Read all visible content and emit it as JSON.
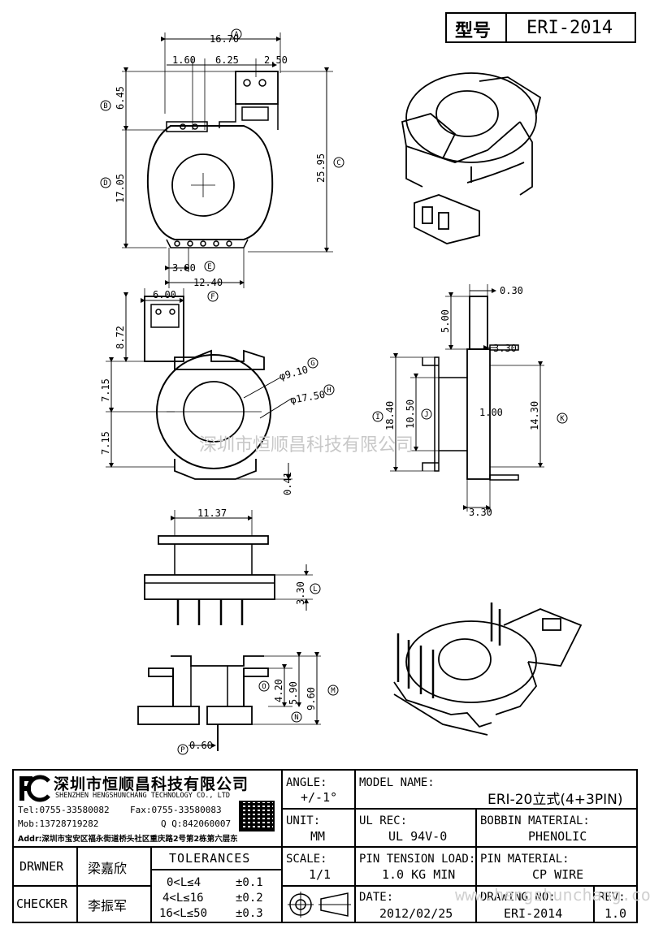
{
  "header": {
    "model_label": "型号",
    "model_value": "ERI-2014"
  },
  "watermark": "深圳市恒顺昌科技有限公司",
  "watermark_url": "www.hengshunchang.com",
  "dimensions": {
    "top_view": {
      "overall_width": "16.70",
      "offset_a": "1.60",
      "pin_pitch_a": "6.25",
      "offset_b": "2.50",
      "top_section": "6.45",
      "body_height": "17.05",
      "total_height": "25.95",
      "pin_pitch_b": "3.00",
      "pin_span": "12.40"
    },
    "front_view": {
      "tab_width": "6.00",
      "tab_height": "8.72",
      "upper_half": "7.15",
      "lower_half": "7.15",
      "inner_diameter": "φ9.10",
      "outer_diameter": "φ17.50",
      "base_offset": "0.41"
    },
    "side_view": {
      "top_thickness": "0.30",
      "top_height": "5.00",
      "upper_width": "3.30",
      "total_height": "18.40",
      "window_height": "10.50",
      "wall": "1.00",
      "flange_height": "14.30",
      "lower_width": "3.30"
    },
    "bottom_view": {
      "width": "11.37",
      "pin_height": "3.30"
    },
    "section_view": {
      "inner_height": "4.20",
      "mid_height": "5.90",
      "total_height": "9.60",
      "pin_diameter": "0.60"
    },
    "markers": [
      "A",
      "B",
      "C",
      "D",
      "E",
      "F",
      "G",
      "H",
      "I",
      "J",
      "K",
      "L",
      "M",
      "N",
      "O",
      "P"
    ]
  },
  "title_block": {
    "company_cn": "深圳市恒顺昌科技有限公司",
    "company_en": "SHENZHEN HENGSHUNCHANG TECHNOLOGY CO., LTD",
    "tel": "Tel:0755-33580082",
    "fax": "Fax:0755-33580083",
    "mob": "Mob:13728719282",
    "qq": "Q  Q:842060007",
    "addr": "Addr:深圳市宝安区福永街道桥头社区重庆路2号第2栋第六层东",
    "angle_label": "ANGLE:",
    "angle_value": "+/-1°",
    "model_name_label": "MODEL NAME:",
    "model_name_value": "ERI-20立式(4+3PIN)",
    "unit_label": "UNIT:",
    "unit_value": "MM",
    "ul_rec_label": "UL REC:",
    "ul_rec_value": "UL 94V-0",
    "bobbin_material_label": "BOBBIN MATERIAL:",
    "bobbin_material_value": "PHENOLIC",
    "drawer_label": "DRWNER",
    "drawer_value": "梁嘉欣",
    "tolerances_label": "TOLERANCES",
    "tolerance_rows": [
      {
        "range": "0<L≤4",
        "tol": "±0.1"
      },
      {
        "range": "4<L≤16",
        "tol": "±0.2"
      },
      {
        "range": "16<L≤50",
        "tol": "±0.3"
      }
    ],
    "scale_label": "SCALE:",
    "scale_value": "1/1",
    "pin_tension_label": "PIN TENSION LOAD:",
    "pin_tension_value": "1.0 KG MIN",
    "pin_material_label": "PIN MATERIAL:",
    "pin_material_value": "CP WIRE",
    "checker_label": "CHECKER",
    "checker_value": "李振军",
    "date_label": "DATE:",
    "date_value": "2012/02/25",
    "drawing_no_label": "DRAWING NO:",
    "drawing_no_value": "ERI-2014",
    "rev_label": "REV:",
    "rev_value": "1.0"
  }
}
